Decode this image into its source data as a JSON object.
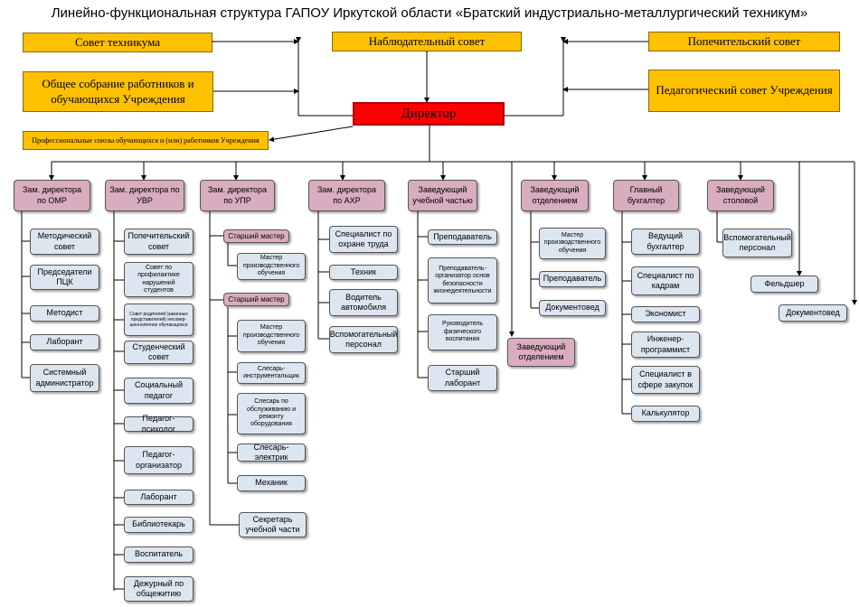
{
  "title": "Линейно-функциональная структура  ГАПОУ  Иркутской области «Братский индустриально-металлургический техникум»",
  "top": {
    "council": "Совет техникума",
    "supervisory": "Наблюдательный совет",
    "trustee": "Попечительский совет",
    "general_meeting": "Общее собрание работников и обучающихся Учреждения",
    "pedagogical": "Педагогический совет Учреждения",
    "director": "Директор",
    "unions": "Профессиональные союзы обучающихся и (или) работников Учреждения"
  },
  "departments": {
    "omr": {
      "head": "Зам. директора по ОМР",
      "items": [
        "Методический совет",
        "Председатели ПЦК",
        "Методист",
        "Лаборант",
        "Системный администратор"
      ]
    },
    "uvr": {
      "head": "Зам. директора по УВР",
      "items": [
        "Попечительский совет",
        "Совет по профилактике нарушений студентов",
        "Совет родителей (законных представителей) несовер-шеннолетних обучающихся",
        "Студенческий совет",
        "Социальный педагог",
        "Педагог-психолог",
        "Педагог-организатор",
        "Лаборант",
        "Библиотекарь",
        "Воспитатель",
        "Дежурный по общежитию"
      ]
    },
    "upr": {
      "head": "Зам. директора по УПР",
      "master1": "Старший мастер",
      "master1_items": [
        "Мастер производственного обучения"
      ],
      "master2": "Старший мастер",
      "master2_items": [
        "Мастер производственного обучения",
        "Слесарь-инструментальщик",
        "Слесарь по обслуживанию и ремонту оборудования",
        "Слесарь-электрик",
        "Механик"
      ],
      "secretary": "Секретарь учебной части"
    },
    "ahr": {
      "head": "Зам. директора по АХР",
      "items": [
        "Специалист по охране труда",
        "Техник",
        "Водитель автомобиля",
        "Вспомогательный персонал"
      ]
    },
    "study": {
      "head": "Заведующий учебной частью",
      "items": [
        "Преподаватель",
        "Преподаватель-организатор основ безопасности жизнедеятельности",
        "Руководитель физического воспитания",
        "Старший лаборант"
      ]
    },
    "dept1": {
      "head": "Заведующий отделением",
      "items": [
        "Мастер производственного обучения",
        "Преподаватель",
        "Документовед"
      ]
    },
    "dept2": {
      "head": "Заведующий отделением"
    },
    "accounting": {
      "head": "Главный бухгалтер",
      "items": [
        "Ведущий бухгалтер",
        "Специалист по кадрам",
        "Экономист",
        "Инженер-программист",
        "Специалист в сфере закупок",
        "Калькулятор"
      ]
    },
    "canteen": {
      "head": "Заведующий столовой",
      "items": [
        "Вспомогательный персонал"
      ]
    },
    "paramedic": "Фельдшер",
    "records": "Документовед"
  }
}
